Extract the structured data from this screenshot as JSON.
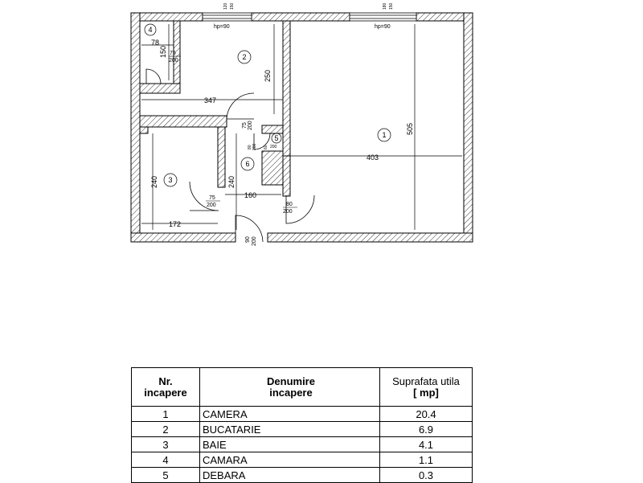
{
  "rooms": [
    {
      "nr": "1",
      "name": "CAMERA",
      "area": "20.4"
    },
    {
      "nr": "2",
      "name": "BUCATARIE",
      "area": "6.9"
    },
    {
      "nr": "3",
      "name": "BAIE",
      "area": "4.1"
    },
    {
      "nr": "4",
      "name": "CAMARA",
      "area": "1.1"
    },
    {
      "nr": "5",
      "name": "DEBARA",
      "area": "0.3"
    }
  ],
  "table_headers": {
    "nr_line1": "Nr.",
    "nr_line2": "incapere",
    "name_line1": "Denumire",
    "name_line2": "incapere",
    "area_line1": "Suprafata utila",
    "area_line2": "[ mp]"
  },
  "plan_labels": {
    "room_markers": [
      "1",
      "2",
      "3",
      "4",
      "5",
      "6"
    ],
    "dim_347": "347",
    "dim_250": "250",
    "dim_505": "505",
    "dim_403": "403",
    "dim_240_left": "240",
    "dim_240_mid": "240",
    "dim_160": "160",
    "dim_172": "172",
    "dim_78": "78",
    "dim_150": "150",
    "hp_left": "hp=90",
    "hp_right": "hp=90",
    "door_75_a": "75",
    "door_200_a": "200",
    "door_75_b": "75",
    "door_200_b": "200",
    "door_75_c": "75",
    "door_200_c": "200",
    "door_80": "80",
    "door_200_d": "200",
    "door_90": "90",
    "door_200_e": "200",
    "door_80_small": "80",
    "door_200_small": "200",
    "win_left_top": "120",
    "win_left_bottom": "150",
    "win_right_top": "180",
    "win_right_bottom": "150",
    "small_a": "60",
    "small_b": "200"
  }
}
